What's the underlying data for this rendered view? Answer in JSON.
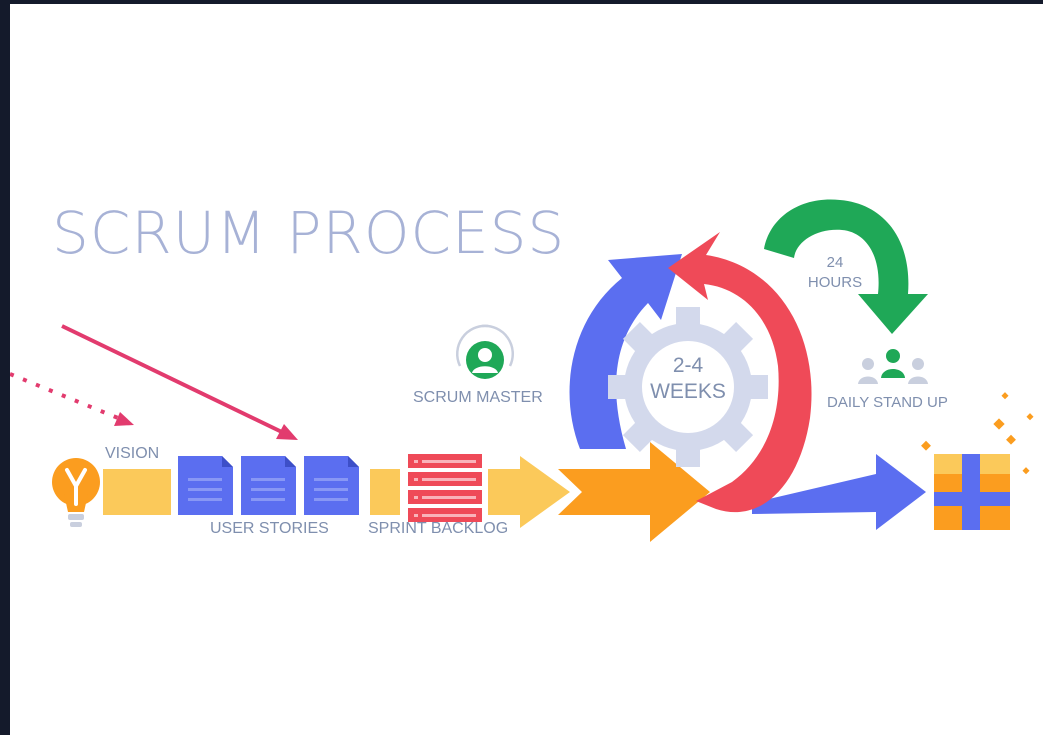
{
  "title": "SCRUM PROCESS",
  "labels": {
    "vision": "VISION",
    "user_stories": "USER STORIES",
    "sprint_backlog": "SPRINT BACKLOG",
    "scrum_master": "SCRUM MASTER",
    "cycle_line1": "2-4",
    "cycle_line2": "WEEKS",
    "daily_line1": "24",
    "daily_line2": "HOURS",
    "daily_stand_up": "DAILY STAND UP"
  },
  "colors": {
    "title": "#a7b2d6",
    "label": "#7f8fae",
    "blue": "#5b6ef0",
    "red": "#ef4a58",
    "green": "#1fa857",
    "orange": "#fb9d1f",
    "yellow": "#fbc95a",
    "gear": "#d3d9ec",
    "annotation": "#e23b6e",
    "frame": "#141a2b"
  },
  "icons": [
    "lightbulb-icon",
    "document-icon",
    "backlog-stack-icon",
    "gear-icon",
    "person-icon",
    "team-icon",
    "gift-icon"
  ]
}
